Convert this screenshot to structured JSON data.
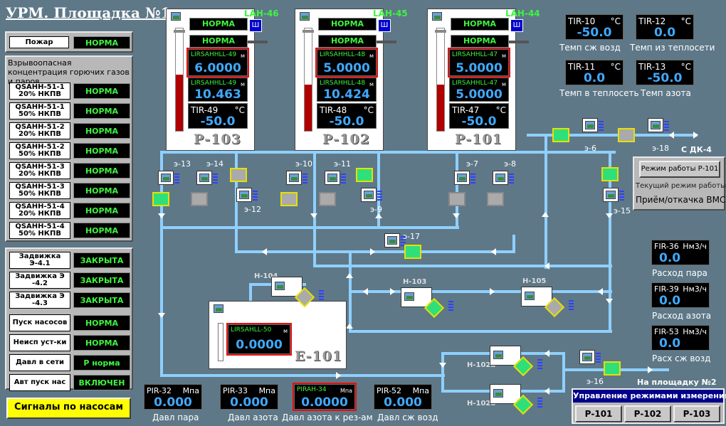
{
  "title": "УРМ. Площадка №1",
  "left_panel": {
    "fire_label": "Пожар",
    "fire_status": "НОРМА",
    "gas_header": "Взрывоопасная концентрация горючих газов и паров",
    "sensors": [
      {
        "label": "QSAHH-51-1\n20% НКПВ",
        "status": "НОРМА"
      },
      {
        "label": "QSAHH-51-1\n50% НКПВ",
        "status": "НОРМА"
      },
      {
        "label": "QSAHH-51-2\n20% НКПВ",
        "status": "НОРМА"
      },
      {
        "label": "QSAHH-51-2\n50% НКПВ",
        "status": "НОРМА"
      },
      {
        "label": "QSAHH-51-3\n20% НКПВ",
        "status": "НОРМА"
      },
      {
        "label": "QSAHH-51-3\n50% НКПВ",
        "status": "НОРМА"
      },
      {
        "label": "QSAHH-51-4\n20% НКПВ",
        "status": "НОРМА"
      },
      {
        "label": "QSAHH-51-4\n50% НКПВ",
        "status": "НОРМА"
      }
    ],
    "valves": [
      {
        "label": "Задвижка\nЭ-4.1",
        "status": "ЗАКРЫТА"
      },
      {
        "label": "Задвижка Э\n-4.2",
        "status": "ЗАКРЫТА"
      },
      {
        "label": "Задвижка Э\n-4.3",
        "status": "ЗАКРЫТА"
      }
    ],
    "misc": [
      {
        "label": "Пуск насосов",
        "status": "НОРМА"
      },
      {
        "label": "Неисп уст-ки",
        "status": "НОРМА"
      },
      {
        "label": "Давл в сети",
        "status": "Р норма"
      },
      {
        "label": "Авт пуск нас",
        "status": "ВКЛЮЧЕН"
      }
    ],
    "pump_signals_button": "Сигналы по насосам"
  },
  "tanks": [
    {
      "name": "Р-103",
      "lah": "LAH-46",
      "n1": "НОРМА",
      "n2": "НОРМА",
      "icon_btn": "Ш",
      "lvl1_tag": "LIRSAHHLL-49",
      "lvl1_unit": "м",
      "lvl1": "6.0000",
      "lvl2_tag": "LIRSAHHLL-49",
      "lvl2_unit": "м",
      "lvl2": "10.463",
      "tir_tag": "TIR-49",
      "tir_unit": "°C",
      "tir": "-50.0",
      "fill_pct": 55
    },
    {
      "name": "Р-102",
      "lah": "LAH-45",
      "n1": "НОРМА",
      "n2": "НОРМА",
      "icon_btn": "Ш",
      "lvl1_tag": "LIRSAHHLL-48",
      "lvl1_unit": "м",
      "lvl1": "5.0000",
      "lvl2_tag": "LIRSAHHLL-48",
      "lvl2_unit": "м",
      "lvl2": "10.424",
      "tir_tag": "TIR-48",
      "tir_unit": "°C",
      "tir": "-50.0",
      "fill_pct": 45
    },
    {
      "name": "Р-101",
      "lah": "LAH-44",
      "n1": "НОРМА",
      "n2": "НОРМА",
      "icon_btn": "Ш",
      "lvl1_tag": "LIRSAHHLL-47",
      "lvl1_unit": "м",
      "lvl1": "5.0000",
      "lvl2_tag": "LIRSAHHLL-47",
      "lvl2_unit": "м",
      "lvl2": "5.0000",
      "tir_tag": "TIR-47",
      "tir_unit": "°C",
      "tir": "-50.0",
      "fill_pct": 45
    }
  ],
  "temps": [
    {
      "tag": "TIR-10",
      "unit": "°C",
      "value": "-50.0",
      "caption": "Темп сж возд"
    },
    {
      "tag": "TIR-12",
      "unit": "°C",
      "value": "0.0",
      "caption": "Темп из теплосети"
    },
    {
      "tag": "TIR-11",
      "unit": "°C",
      "value": "0.0",
      "caption": "Темп в теплосеть"
    },
    {
      "tag": "TIR-13",
      "unit": "°C",
      "value": "-50.0",
      "caption": "Темп азота"
    }
  ],
  "mode_panel": {
    "button": "Режим работы Р-101",
    "label": "Текущий режим работы:",
    "mode": "Приём/откачка ВМС"
  },
  "flows": [
    {
      "tag": "FIR-36",
      "unit": "Нм3/ч",
      "value": "0.0",
      "caption": "Расход пара"
    },
    {
      "tag": "FIR-39",
      "unit": "Нм3/ч",
      "value": "0.0",
      "caption": "Расход азота"
    },
    {
      "tag": "FIR-53",
      "unit": "Нм3/ч",
      "value": "0.0",
      "caption": "Расх сж возд"
    }
  ],
  "pressures": [
    {
      "tag": "PIR-32",
      "unit": "Мпа",
      "value": "0.000",
      "caption": "Давл пара"
    },
    {
      "tag": "PIR-33",
      "unit": "Мпа",
      "value": "0.000",
      "caption": "Давл азота"
    },
    {
      "tag": "PIRAH-34",
      "unit": "Мпа",
      "value": "0.0000",
      "caption": "Давл азота к рез-ам"
    },
    {
      "tag": "PIR-52",
      "unit": "Мпа",
      "value": "0.000",
      "caption": "Давл сж возд"
    }
  ],
  "e101": {
    "name": "Е-101",
    "tag": "LIRSAHLL-50",
    "unit": "м",
    "value": "0.0000"
  },
  "valve_labels": {
    "e13": "э-13",
    "e14": "э-14",
    "e12": "э-12",
    "e10": "э-10",
    "e11": "э-11",
    "e9": "э-9",
    "e7": "э-7",
    "e8": "э-8",
    "e6": "э-6",
    "e18": "э-18",
    "e15": "э-15",
    "e17": "э-17",
    "e16": "э-16"
  },
  "pump_labels": {
    "h104": "Н-104",
    "h103": "Н-103",
    "h105": "Н-105",
    "h102a": "Н-102а",
    "h102b": "Н-102б"
  },
  "from_dk": "С ДК-4",
  "to_site2": "На площадку №2",
  "measure_panel": {
    "title": "Управление режимами измерения",
    "buttons": [
      "Р-101",
      "Р-102",
      "Р-103"
    ]
  }
}
